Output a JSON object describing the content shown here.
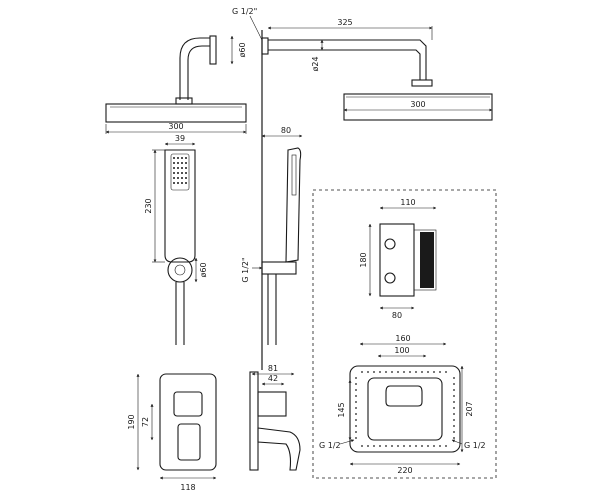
{
  "labels": {
    "overhead_diameter": "ø60",
    "overhead_width": "300",
    "wall_thread": "G 1/2\"",
    "arm_length": "325",
    "arm_diameter": "ø24",
    "arm_head_width": "300",
    "handshower_width": "39",
    "handshower_length": "230",
    "holder_diameter": "ø60",
    "side_holder_depth": "80",
    "side_holder_thread": "G 1/2\"",
    "box_width": "110",
    "box_height": "180",
    "box_depth": "80",
    "plate_outer": "160",
    "plate_inner": "100",
    "plate_height_inner": "145",
    "plate_height_outer": "207",
    "plate_width": "220",
    "plate_thread_left": "G 1/2",
    "plate_thread_right": "G 1/2",
    "mixer_depth_outer": "81",
    "mixer_depth_inner": "42",
    "mixer_height": "190",
    "mixer_offset": "72",
    "mixer_width": "118"
  }
}
